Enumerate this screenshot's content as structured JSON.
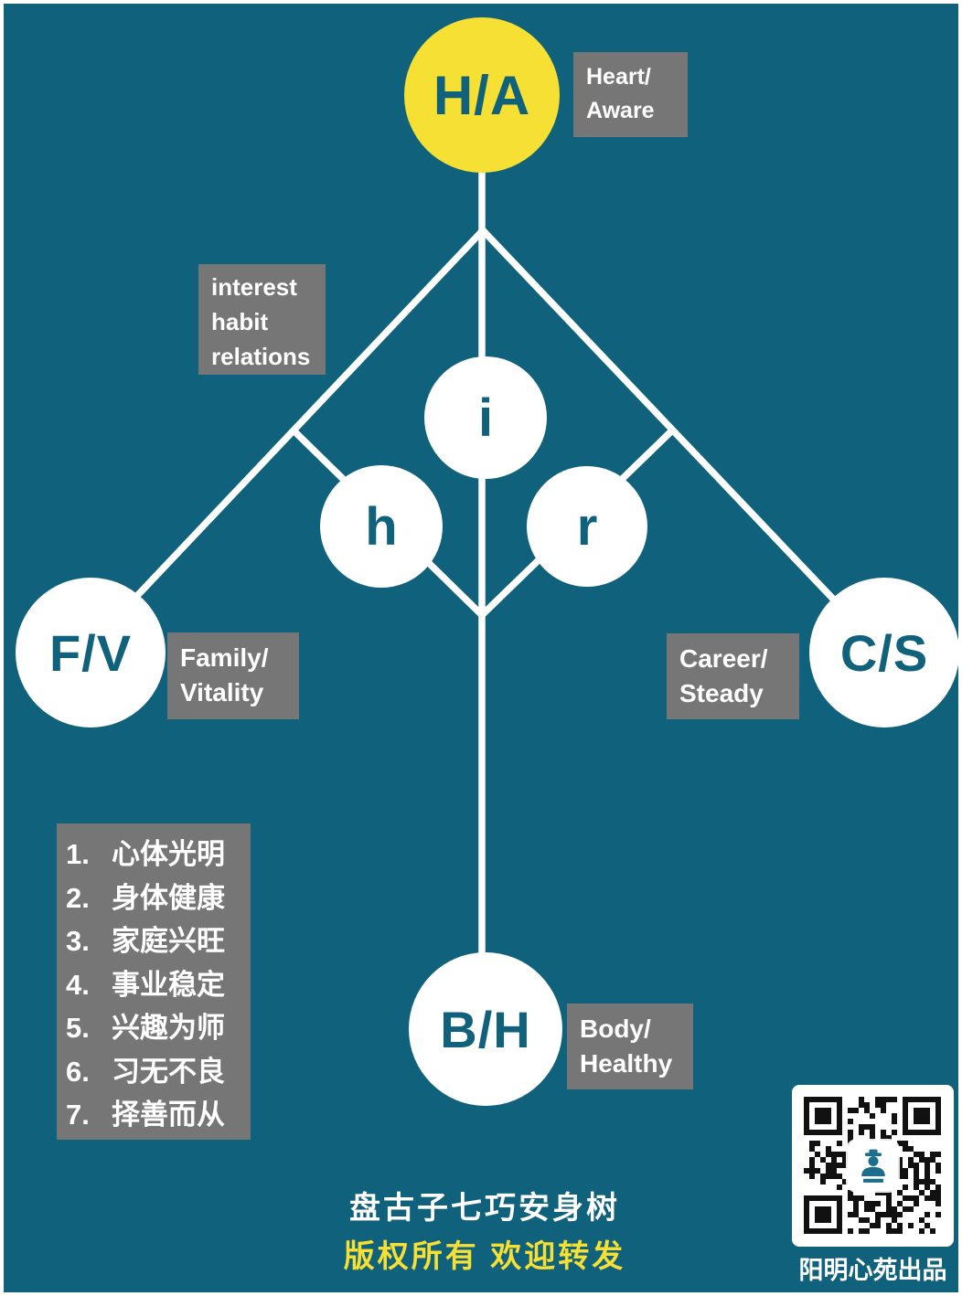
{
  "palette": {
    "background": "#10617C",
    "accent_yellow": "#F6E033",
    "label_gray": "#767676",
    "node_text_teal": "#10617C",
    "line_white": "#FFFFFF"
  },
  "nodes": {
    "heart": {
      "abbr": "H/A",
      "label": [
        "Heart/",
        "Aware"
      ]
    },
    "interest": {
      "letter": "i"
    },
    "habit": {
      "letter": "h"
    },
    "relations": {
      "letter": "r"
    },
    "family": {
      "abbr": "F/V",
      "label": [
        "Family/",
        "Vitality"
      ]
    },
    "career": {
      "abbr": "C/S",
      "label": [
        "Career/",
        "Steady"
      ]
    },
    "body": {
      "abbr": "B/H",
      "label": [
        "Body/",
        "Healthy"
      ]
    }
  },
  "interest_note": {
    "lines": [
      "interest",
      "habit",
      "relations"
    ]
  },
  "goal_list": {
    "items": [
      {
        "num": "1.",
        "text": "心体光明"
      },
      {
        "num": "2.",
        "text": "身体健康"
      },
      {
        "num": "3.",
        "text": "家庭兴旺"
      },
      {
        "num": "4.",
        "text": "事业稳定"
      },
      {
        "num": "5.",
        "text": "兴趣为师"
      },
      {
        "num": "6.",
        "text": "习无不良"
      },
      {
        "num": "7.",
        "text": "择善而从"
      }
    ]
  },
  "footer": {
    "title": "盘古子七巧安身树",
    "subtitle": "版权所有 欢迎转发",
    "qr_caption": "阳明心苑出品"
  }
}
